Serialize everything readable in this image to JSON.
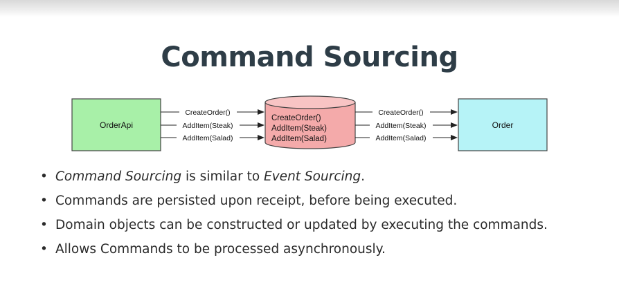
{
  "slide": {
    "title": "Command Sourcing",
    "diagram": {
      "left_box": "OrderApi",
      "right_box": "Order",
      "store_items": [
        "CreateOrder()",
        "AddItem(Steak)",
        "AddItem(Salad)"
      ],
      "left_messages": [
        "CreateOrder()",
        "AddItem(Steak)",
        "AddItem(Salad)"
      ],
      "right_messages": [
        "CreateOrder()",
        "AddItem(Steak)",
        "AddItem(Salad)"
      ],
      "colors": {
        "left_box": "#a8f0a8",
        "store": "#f4aaaa",
        "right_box": "#b6f3f7"
      }
    },
    "bullets": [
      {
        "em1": "Command Sourcing",
        "mid": " is similar to ",
        "em2": "Event Sourcing",
        "end": "."
      },
      {
        "text": "Commands are persisted upon receipt, before being executed."
      },
      {
        "text": "Domain objects can be constructed or updated by executing the commands."
      },
      {
        "text": "Allows Commands to be processed asynchronously."
      }
    ]
  }
}
